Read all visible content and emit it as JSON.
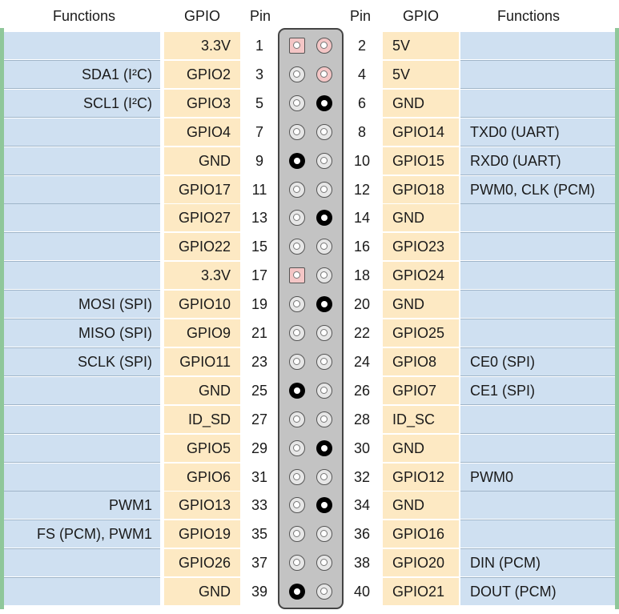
{
  "headers": {
    "left_functions": "Functions",
    "left_gpio": "GPIO",
    "left_pin": "Pin",
    "right_pin": "Pin",
    "right_gpio": "GPIO",
    "right_functions": "Functions"
  },
  "colors": {
    "function_bg": "#cfe0f1",
    "gpio_bg": "#fde9c3",
    "power_pin": "#f4c6c6",
    "ground_pin": "#000000",
    "gpio_pin": "#e6e6e6",
    "header_body": "#c3c3c3",
    "edge_green": "#8fc79a"
  },
  "pin_types_legend": {
    "power": "power-pin",
    "ground": "ground-pin",
    "gpio": "gpio-pin"
  },
  "rows": [
    {
      "l_func": "",
      "l_gpio": "3.3V",
      "l_pin": "1",
      "l_type": "power3",
      "r_pin": "2",
      "r_gpio": "5V",
      "r_func": "",
      "r_type": "power5"
    },
    {
      "l_func": "SDA1 (I²C)",
      "l_gpio": "GPIO2",
      "l_pin": "3",
      "l_type": "gpio",
      "r_pin": "4",
      "r_gpio": "5V",
      "r_func": "",
      "r_type": "power5"
    },
    {
      "l_func": "SCL1 (I²C)",
      "l_gpio": "GPIO3",
      "l_pin": "5",
      "l_type": "gpio",
      "r_pin": "6",
      "r_gpio": "GND",
      "r_func": "",
      "r_type": "ground"
    },
    {
      "l_func": "",
      "l_gpio": "GPIO4",
      "l_pin": "7",
      "l_type": "gpio",
      "r_pin": "8",
      "r_gpio": "GPIO14",
      "r_func": "TXD0 (UART)",
      "r_type": "gpio"
    },
    {
      "l_func": "",
      "l_gpio": "GND",
      "l_pin": "9",
      "l_type": "ground",
      "r_pin": "10",
      "r_gpio": "GPIO15",
      "r_func": "RXD0 (UART)",
      "r_type": "gpio"
    },
    {
      "l_func": "",
      "l_gpio": "GPIO17",
      "l_pin": "11",
      "l_type": "gpio",
      "r_pin": "12",
      "r_gpio": "GPIO18",
      "r_func": "PWM0, CLK (PCM)",
      "r_type": "gpio"
    },
    {
      "l_func": "",
      "l_gpio": "GPIO27",
      "l_pin": "13",
      "l_type": "gpio",
      "r_pin": "14",
      "r_gpio": "GND",
      "r_func": "",
      "r_type": "ground"
    },
    {
      "l_func": "",
      "l_gpio": "GPIO22",
      "l_pin": "15",
      "l_type": "gpio",
      "r_pin": "16",
      "r_gpio": "GPIO23",
      "r_func": "",
      "r_type": "gpio"
    },
    {
      "l_func": "",
      "l_gpio": "3.3V",
      "l_pin": "17",
      "l_type": "power3",
      "r_pin": "18",
      "r_gpio": "GPIO24",
      "r_func": "",
      "r_type": "gpio"
    },
    {
      "l_func": "MOSI (SPI)",
      "l_gpio": "GPIO10",
      "l_pin": "19",
      "l_type": "gpio",
      "r_pin": "20",
      "r_gpio": "GND",
      "r_func": "",
      "r_type": "ground"
    },
    {
      "l_func": "MISO (SPI)",
      "l_gpio": "GPIO9",
      "l_pin": "21",
      "l_type": "gpio",
      "r_pin": "22",
      "r_gpio": "GPIO25",
      "r_func": "",
      "r_type": "gpio"
    },
    {
      "l_func": "SCLK (SPI)",
      "l_gpio": "GPIO11",
      "l_pin": "23",
      "l_type": "gpio",
      "r_pin": "24",
      "r_gpio": "GPIO8",
      "r_func": "CE0 (SPI)",
      "r_type": "gpio"
    },
    {
      "l_func": "",
      "l_gpio": "GND",
      "l_pin": "25",
      "l_type": "ground",
      "r_pin": "26",
      "r_gpio": "GPIO7",
      "r_func": "CE1 (SPI)",
      "r_type": "gpio"
    },
    {
      "l_func": "",
      "l_gpio": "ID_SD",
      "l_pin": "27",
      "l_type": "gpio",
      "r_pin": "28",
      "r_gpio": "ID_SC",
      "r_func": "",
      "r_type": "gpio"
    },
    {
      "l_func": "",
      "l_gpio": "GPIO5",
      "l_pin": "29",
      "l_type": "gpio",
      "r_pin": "30",
      "r_gpio": "GND",
      "r_func": "",
      "r_type": "ground"
    },
    {
      "l_func": "",
      "l_gpio": "GPIO6",
      "l_pin": "31",
      "l_type": "gpio",
      "r_pin": "32",
      "r_gpio": "GPIO12",
      "r_func": "PWM0",
      "r_type": "gpio"
    },
    {
      "l_func": "PWM1",
      "l_gpio": "GPIO13",
      "l_pin": "33",
      "l_type": "gpio",
      "r_pin": "34",
      "r_gpio": "GND",
      "r_func": "",
      "r_type": "ground"
    },
    {
      "l_func": "FS (PCM), PWM1",
      "l_gpio": "GPIO19",
      "l_pin": "35",
      "l_type": "gpio",
      "r_pin": "36",
      "r_gpio": "GPIO16",
      "r_func": "",
      "r_type": "gpio"
    },
    {
      "l_func": "",
      "l_gpio": "GPIO26",
      "l_pin": "37",
      "l_type": "gpio",
      "r_pin": "38",
      "r_gpio": "GPIO20",
      "r_func": "DIN (PCM)",
      "r_type": "gpio"
    },
    {
      "l_func": "",
      "l_gpio": "GND",
      "l_pin": "39",
      "l_type": "ground",
      "r_pin": "40",
      "r_gpio": "GPIO21",
      "r_func": "DOUT (PCM)",
      "r_type": "gpio"
    }
  ]
}
